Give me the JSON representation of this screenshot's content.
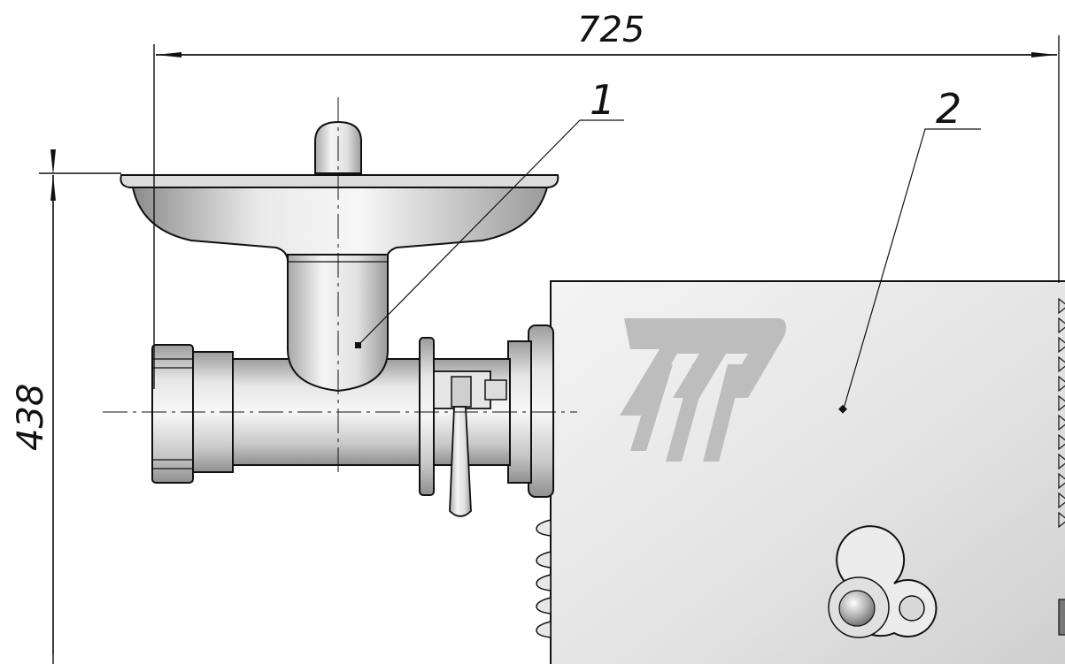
{
  "dimensions": {
    "width_label": "725",
    "height_label": "438"
  },
  "callouts": [
    {
      "label": "1",
      "part": "grinder-head"
    },
    {
      "label": "2",
      "part": "motor-housing"
    }
  ],
  "colors": {
    "line": "#111111",
    "metal_light": "#f2f2f2",
    "metal_dark": "#9a9a9a",
    "logo": "#bdbdbd"
  }
}
